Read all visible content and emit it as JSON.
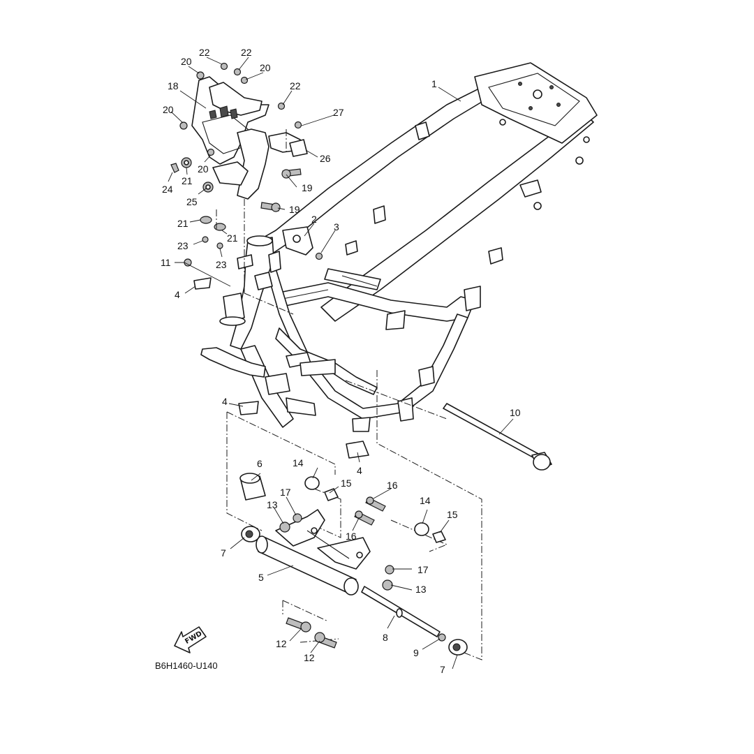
{
  "diagram": {
    "code": "B6H1460-U140",
    "fwd_label": "FWD",
    "callouts": {
      "c1": "1",
      "c2": "2",
      "c3": "3",
      "c4a": "4",
      "c4b": "4",
      "c4c": "4",
      "c5": "5",
      "c6": "6",
      "c7a": "7",
      "c7b": "7",
      "c8": "8",
      "c9": "9",
      "c10": "10",
      "c11": "11",
      "c12a": "12",
      "c12b": "12",
      "c13a": "13",
      "c13b": "13",
      "c14a": "14",
      "c14b": "14",
      "c15a": "15",
      "c15b": "15",
      "c16a": "16",
      "c16b": "16",
      "c17a": "17",
      "c17b": "17",
      "c18": "18",
      "c19a": "19",
      "c19b": "19",
      "c20a": "20",
      "c20b": "20",
      "c20c": "20",
      "c20d": "20",
      "c21a": "21",
      "c21b": "21",
      "c21c": "21",
      "c22a": "22",
      "c22b": "22",
      "c22c": "22",
      "c23a": "23",
      "c23b": "23",
      "c24": "24",
      "c25": "25",
      "c26": "26",
      "c27": "27"
    }
  }
}
